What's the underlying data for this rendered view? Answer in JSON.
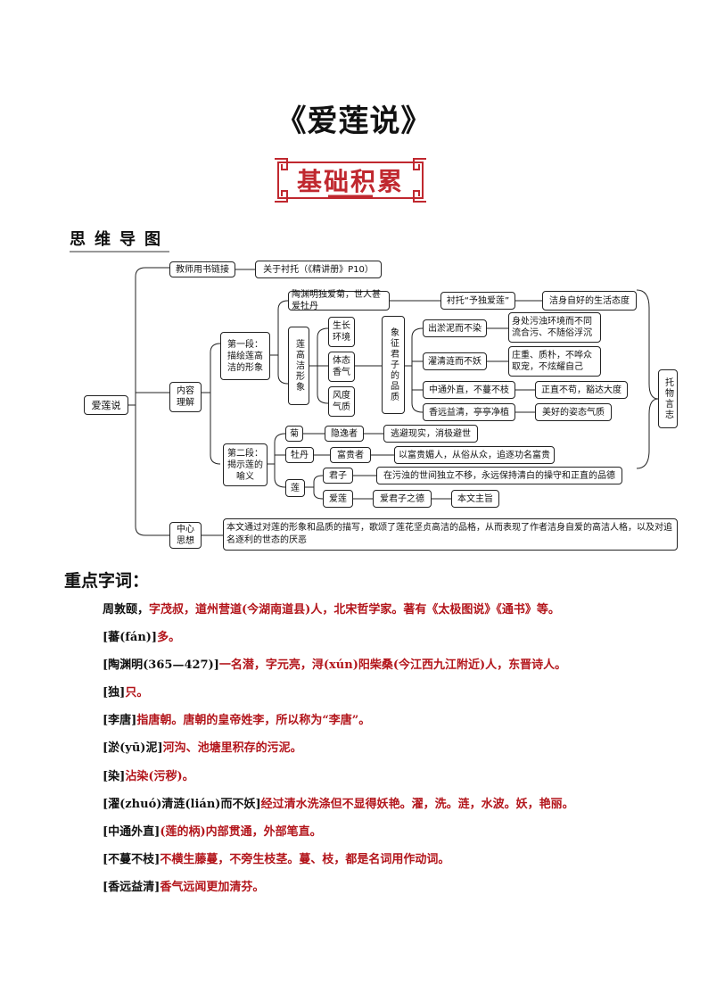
{
  "title": "《爱莲说》",
  "banner": "基础积累",
  "mindmap_heading": "思维导图",
  "mindmap": {
    "root": "爱莲说",
    "teacher": "教师用书链接",
    "teacher_note": "关于衬托（《精讲册》P10）",
    "content": "内容理解",
    "p1": "第一段：描绘莲高洁的形象",
    "p1_top": "陶渊明独爱菊，世人甚爱牡丹",
    "contrast": "衬托“予独爱莲”",
    "contrast_result": "洁身自好的生活态度",
    "lotus_image": "莲高洁形象",
    "env": "生长环境",
    "shape": "体态香气",
    "style": "风度气质",
    "symbol": "象征君子的品质",
    "q1": "出淤泥而不染",
    "q1r": "身处污浊环境而不同流合污、不随俗浮沉",
    "q2": "濯清涟而不妖",
    "q2r": "庄重、质朴，不哗众取宠，不炫耀自己",
    "q3": "中通外直，不蔓不枝",
    "q3r": "正直不苟，豁达大度",
    "q4": "香远益清，亭亭净植",
    "q4r": "美好的姿态气质",
    "tuowu": "托物言志",
    "p2": "第二段：揭示莲的喻义",
    "ju": "菊",
    "ju_1": "隐逸者",
    "ju_2": "逃避现实，消极避世",
    "mudan": "牡丹",
    "mudan_1": "富贵者",
    "mudan_2": "以富贵媚人，从俗从众，追逐功名富贵",
    "lian": "莲",
    "lian_1": "君子",
    "lian_1r": "在污浊的世间独立不移，永远保持清白的操守和正直的品德",
    "lian_2": "爱莲",
    "lian_2a": "爱君子之德",
    "lian_2b": "本文主旨",
    "theme": "中心思想",
    "theme_text": "本文通过对莲的形象和品质的描写，歌颂了莲花坚贞高洁的品格，从而表现了作者洁身自爱的高洁人格，以及对追名逐利的世态的厌恶"
  },
  "keywords_title": "重点字词：",
  "keywords": [
    {
      "a": "周敦颐，",
      "b": "字茂叔，道州营道(今湖南道县)人，北宋哲学家。著有《太极图说》《通书》等。"
    },
    {
      "a": "[蕃(fán)]",
      "b": "多。"
    },
    {
      "a": "[陶渊明(365—427)]",
      "b": "一名潜，字元亮，浔(xún)阳柴桑(今江西九江附近)人，东晋诗人。"
    },
    {
      "a": "[独]",
      "b": "只。"
    },
    {
      "a": "[李唐]",
      "b": "指唐朝。唐朝的皇帝姓李，所以称为“李唐”。"
    },
    {
      "a": "[淤(yū)泥]",
      "b": "河沟、池塘里积存的污泥。"
    },
    {
      "a": "[染]",
      "b": "沾染(污秽)。"
    },
    {
      "a": "[濯(zhuó)清涟(lián)而不妖]",
      "b": "经过清水洗涤但不显得妖艳。濯，洗。涟，水波。妖，艳丽。"
    },
    {
      "a": "[中通外直]",
      "b": "(莲的柄)内部贯通，外部笔直。"
    },
    {
      "a": "[不蔓不枝]",
      "b": "不横生藤蔓，不旁生枝茎。蔓、枝，都是名词用作动词。"
    },
    {
      "a": "[香远益清]",
      "b": "香气远闻更加清芬。"
    }
  ]
}
